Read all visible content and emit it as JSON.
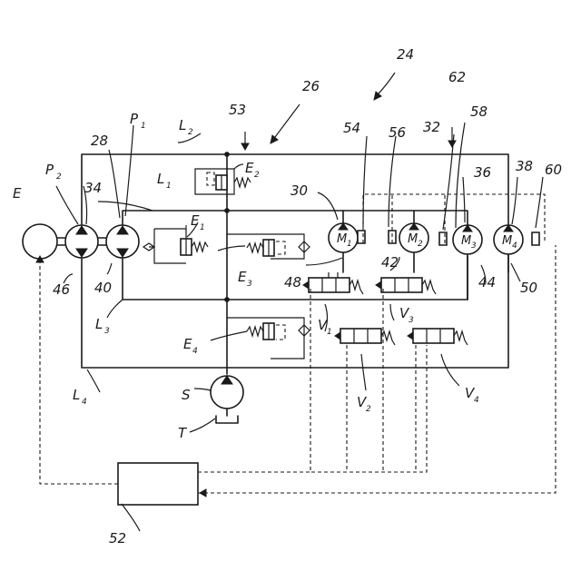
{
  "labels": {
    "ref_24": "24",
    "ref_26": "26",
    "ref_53": "53",
    "ref_62": "62",
    "ref_58": "58",
    "ref_54": "54",
    "ref_56": "56",
    "ref_32": "32",
    "ref_36": "36",
    "ref_38": "38",
    "ref_60": "60",
    "ref_30": "30",
    "ref_28": "28",
    "ref_34": "34",
    "ref_40": "40",
    "ref_46": "46",
    "ref_42": "42",
    "ref_44": "44",
    "ref_48": "48",
    "ref_50": "50",
    "ref_52": "52",
    "E": "E",
    "P1": "P",
    "P1_sub": "1",
    "P2": "P",
    "P2_sub": "2",
    "L1": "L",
    "L1_sub": "1",
    "L2": "L",
    "L2_sub": "2",
    "L3": "L",
    "L3_sub": "3",
    "L4": "L",
    "L4_sub": "4",
    "E1": "E",
    "E1_sub": "1",
    "E2": "E",
    "E2_sub": "2",
    "E3": "E",
    "E3_sub": "3",
    "E4": "E",
    "E4_sub": "4",
    "V1": "V",
    "V1_sub": "1",
    "V2": "V",
    "V2_sub": "2",
    "V3": "V",
    "V3_sub": "3",
    "V4": "V",
    "V4_sub": "4",
    "S": "S",
    "T": "T"
  },
  "motors": [
    {
      "label": "M",
      "sub": "1"
    },
    {
      "label": "M",
      "sub": "2"
    },
    {
      "label": "M",
      "sub": "3"
    },
    {
      "label": "M",
      "sub": "4"
    }
  ]
}
